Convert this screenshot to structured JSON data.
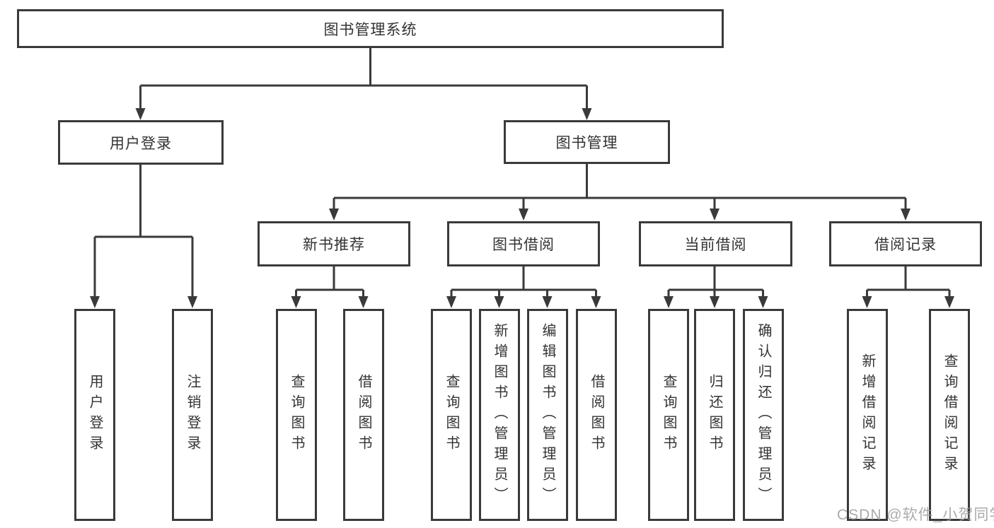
{
  "tree": {
    "root": {
      "label": "图书管理系统"
    },
    "branches": [
      {
        "label": "用户登录",
        "leaves": [
          {
            "label": "用户登录"
          },
          {
            "label": "注销登录"
          }
        ]
      },
      {
        "label": "图书管理",
        "sections": [
          {
            "label": "新书推荐",
            "leaves": [
              {
                "label": "查询图书"
              },
              {
                "label": "借阅图书"
              }
            ]
          },
          {
            "label": "图书借阅",
            "leaves": [
              {
                "label": "查询图书"
              },
              {
                "label": "新增图书（管理员）"
              },
              {
                "label": "编辑图书（管理员）"
              },
              {
                "label": "借阅图书"
              }
            ]
          },
          {
            "label": "当前借阅",
            "leaves": [
              {
                "label": "查询图书"
              },
              {
                "label": "归还图书"
              },
              {
                "label": "确认归还（管理员）"
              }
            ]
          },
          {
            "label": "借阅记录",
            "leaves": [
              {
                "label": "新增借阅记录"
              },
              {
                "label": "查询借阅记录"
              }
            ]
          }
        ]
      }
    ]
  },
  "watermark": {
    "text": "CSDN @软件_小贺同学"
  },
  "colors": {
    "line": "#3a3a3a",
    "box_border": "#3a3a3a",
    "text": "#333333",
    "watermark": "#9c9c9c",
    "background": "#ffffff"
  }
}
